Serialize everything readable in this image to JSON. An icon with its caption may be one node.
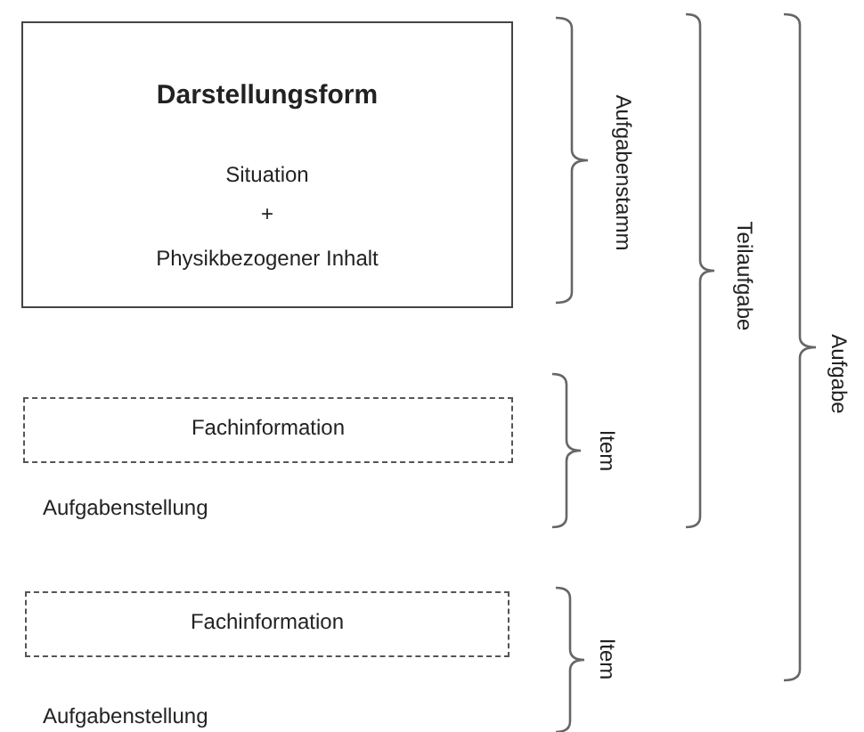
{
  "diagram": {
    "nodes": [
      {
        "text": [
          "Darstellungsform",
          "Situation",
          "+",
          "Physikbezogener Inhalt"
        ]
      },
      {
        "text": [
          "Fachinformation"
        ]
      },
      {
        "text": [
          "Fachinformation"
        ]
      }
    ],
    "labels": [
      "Aufgabenstamm",
      "Teilaufgabe",
      "Aufgabe",
      "Item",
      "Aufgabenstellung",
      "Item",
      "Aufgabenstellung"
    ]
  }
}
